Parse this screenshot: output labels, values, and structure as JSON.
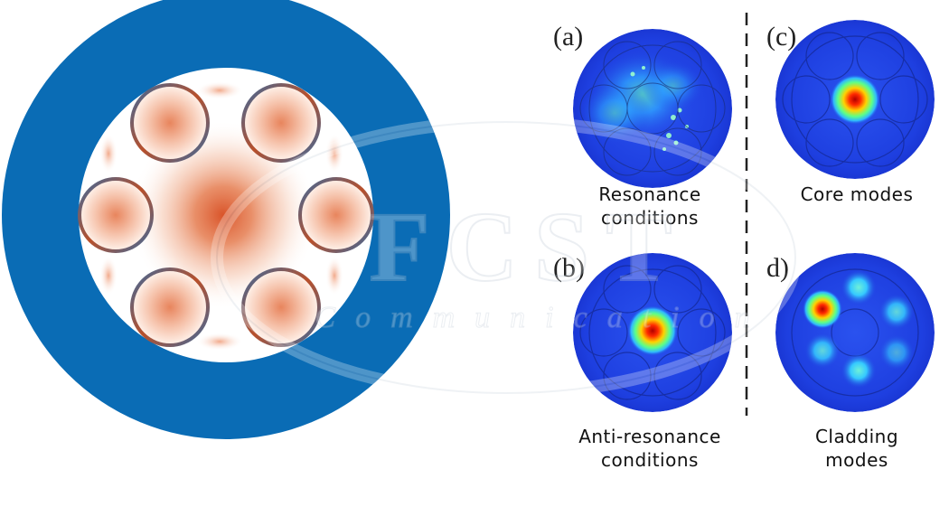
{
  "panels": {
    "a": {
      "label": "(a)",
      "caption_lines": [
        "Resonance",
        "conditions"
      ]
    },
    "b": {
      "label": "(b)",
      "caption_lines": [
        "Anti-resonance",
        "conditions"
      ]
    },
    "c": {
      "label": "(c)",
      "caption_lines": [
        "Core modes"
      ]
    },
    "d": {
      "label": "d)",
      "caption_lines": [
        "Cladding",
        "modes"
      ]
    }
  },
  "watermark": {
    "brand": "FCST",
    "sub": "Communication"
  },
  "colors": {
    "jacket": "#0a6cb5",
    "capillary_ring_outer": "#3a6a9e",
    "capillary_ring_inner": "#c4522a",
    "mode_field_hot": "#d9542a",
    "map_background": "#1e3fe0",
    "map_hot": "#ff2a00",
    "map_cool": "#3fd3ff"
  }
}
